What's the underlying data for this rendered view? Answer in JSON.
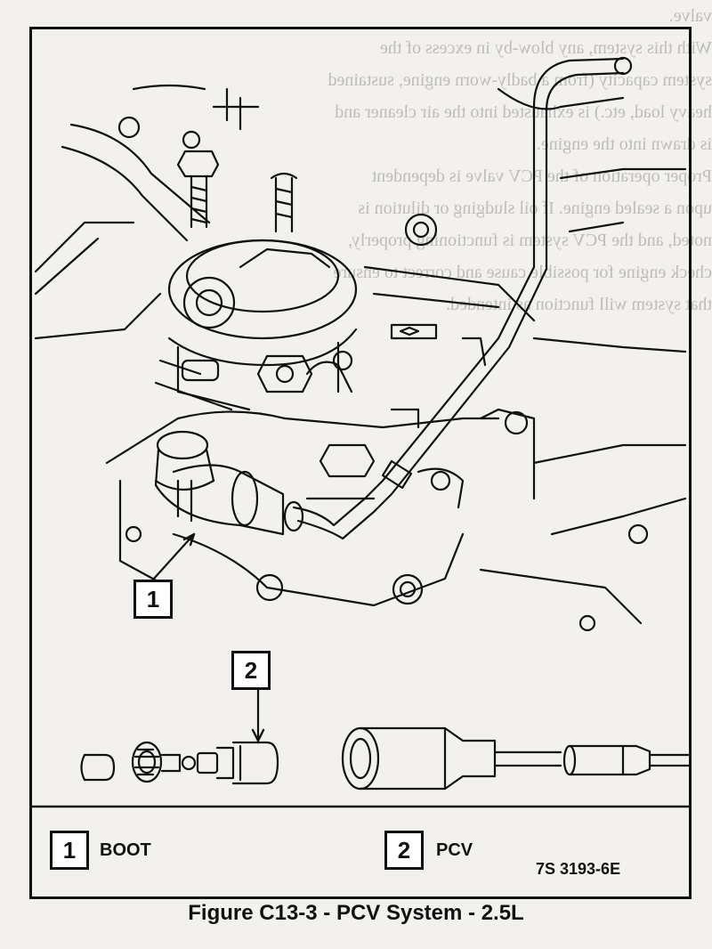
{
  "bleed_through_text": "valve.\nWith this system, any blow-by in excess of the\nsystem capacity (from a badly-worn engine, sustained\nheavy load, etc.) is exhausted into the air cleaner and\nis drawn into the engine.\nProper operation of the PCV valve is dependent\nupon a sealed engine. If oil sludging or dilution is\nnoted, and the PCV system is functioning properly,\ncheck engine for possible cause and correct to ensure\nthat system will function as intended.",
  "callouts": [
    {
      "number": "1"
    },
    {
      "number": "2"
    }
  ],
  "legend": [
    {
      "number": "1",
      "label": "BOOT"
    },
    {
      "number": "2",
      "label": "PCV"
    }
  ],
  "figure_code": "7S 3193-6E",
  "caption": "Figure C13-3  -  PCV  System - 2.5L"
}
